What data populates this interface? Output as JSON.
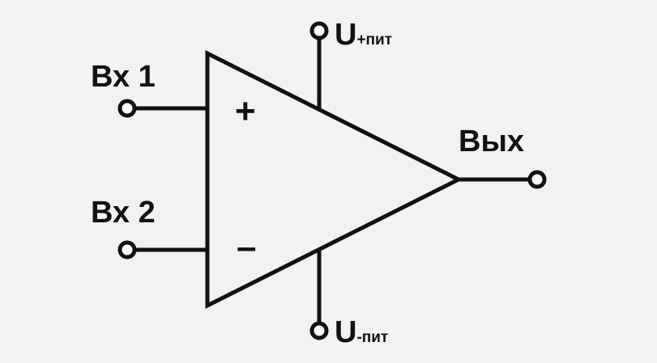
{
  "diagram": {
    "inputs": [
      {
        "label": "Вх 1",
        "polarity": "+"
      },
      {
        "label": "Вх 2",
        "polarity": "–"
      }
    ],
    "output": {
      "label": "Вых"
    },
    "supply_positive": {
      "symbol": "U",
      "subscript": "+пит"
    },
    "supply_negative": {
      "symbol": "U",
      "subscript": "-пит"
    },
    "colors": {
      "stroke": "#111111",
      "background": "#f2f2f2"
    }
  }
}
